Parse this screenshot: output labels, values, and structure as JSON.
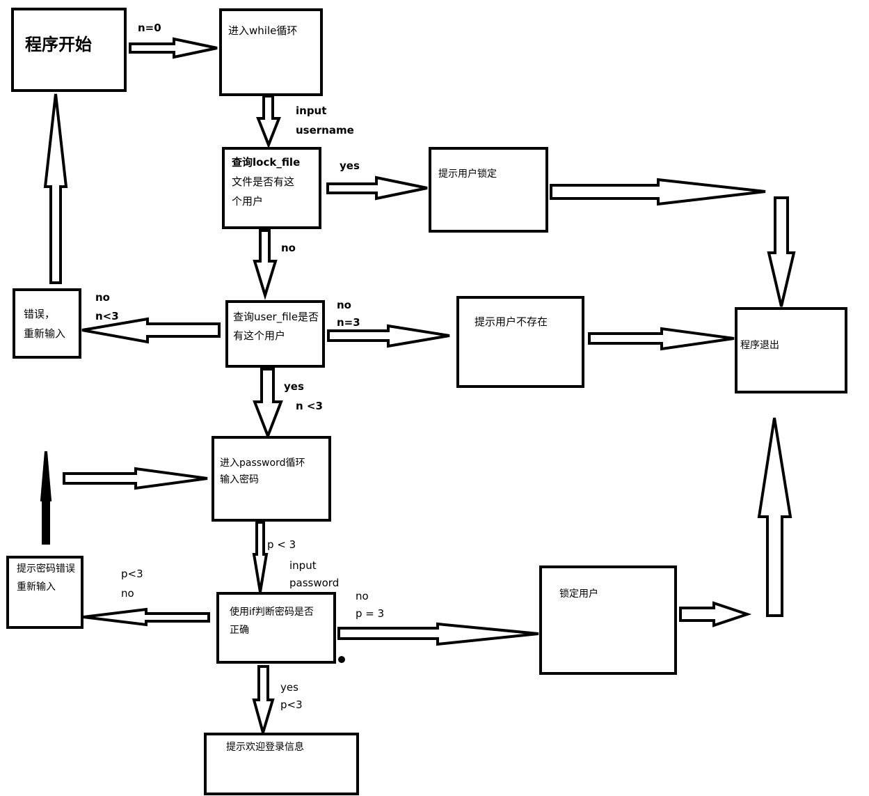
{
  "nodes": {
    "start": "程序开始",
    "while_loop": "进入while循环",
    "check_lock": [
      "查询lock_file",
      "文件是否有这",
      "个用户"
    ],
    "locked_msg": "提示用户锁定",
    "check_user": [
      "查询user_file是否",
      "有这个用户"
    ],
    "error_retry": [
      "错误，",
      "重新输入"
    ],
    "user_missing": "提示用户不存在",
    "exit": "程序退出",
    "password_loop": [
      "进入password循环",
      "输入密码"
    ],
    "pwd_error": [
      "提示密码错误",
      "重新输入"
    ],
    "check_pwd": [
      "使用if判断密码是否",
      "正确"
    ],
    "lock_user": "锁定用户",
    "welcome": "提示欢迎登录信息"
  },
  "labels": {
    "n0": "n=0",
    "input_user": [
      "input",
      "username"
    ],
    "yes_lock": "yes",
    "no_lock": "no",
    "no_nlt3": [
      "no",
      "n<3"
    ],
    "no_neq3": [
      "no",
      "n=3"
    ],
    "yes_nlt3": [
      "yes",
      "n <3"
    ],
    "p_lt3_input": [
      "p < 3",
      "input",
      "password"
    ],
    "p_lt3_no": [
      "p<3",
      "no"
    ],
    "no_peq3": [
      "no",
      "p = 3"
    ],
    "yes_plt3": [
      "yes",
      "p<3"
    ]
  }
}
